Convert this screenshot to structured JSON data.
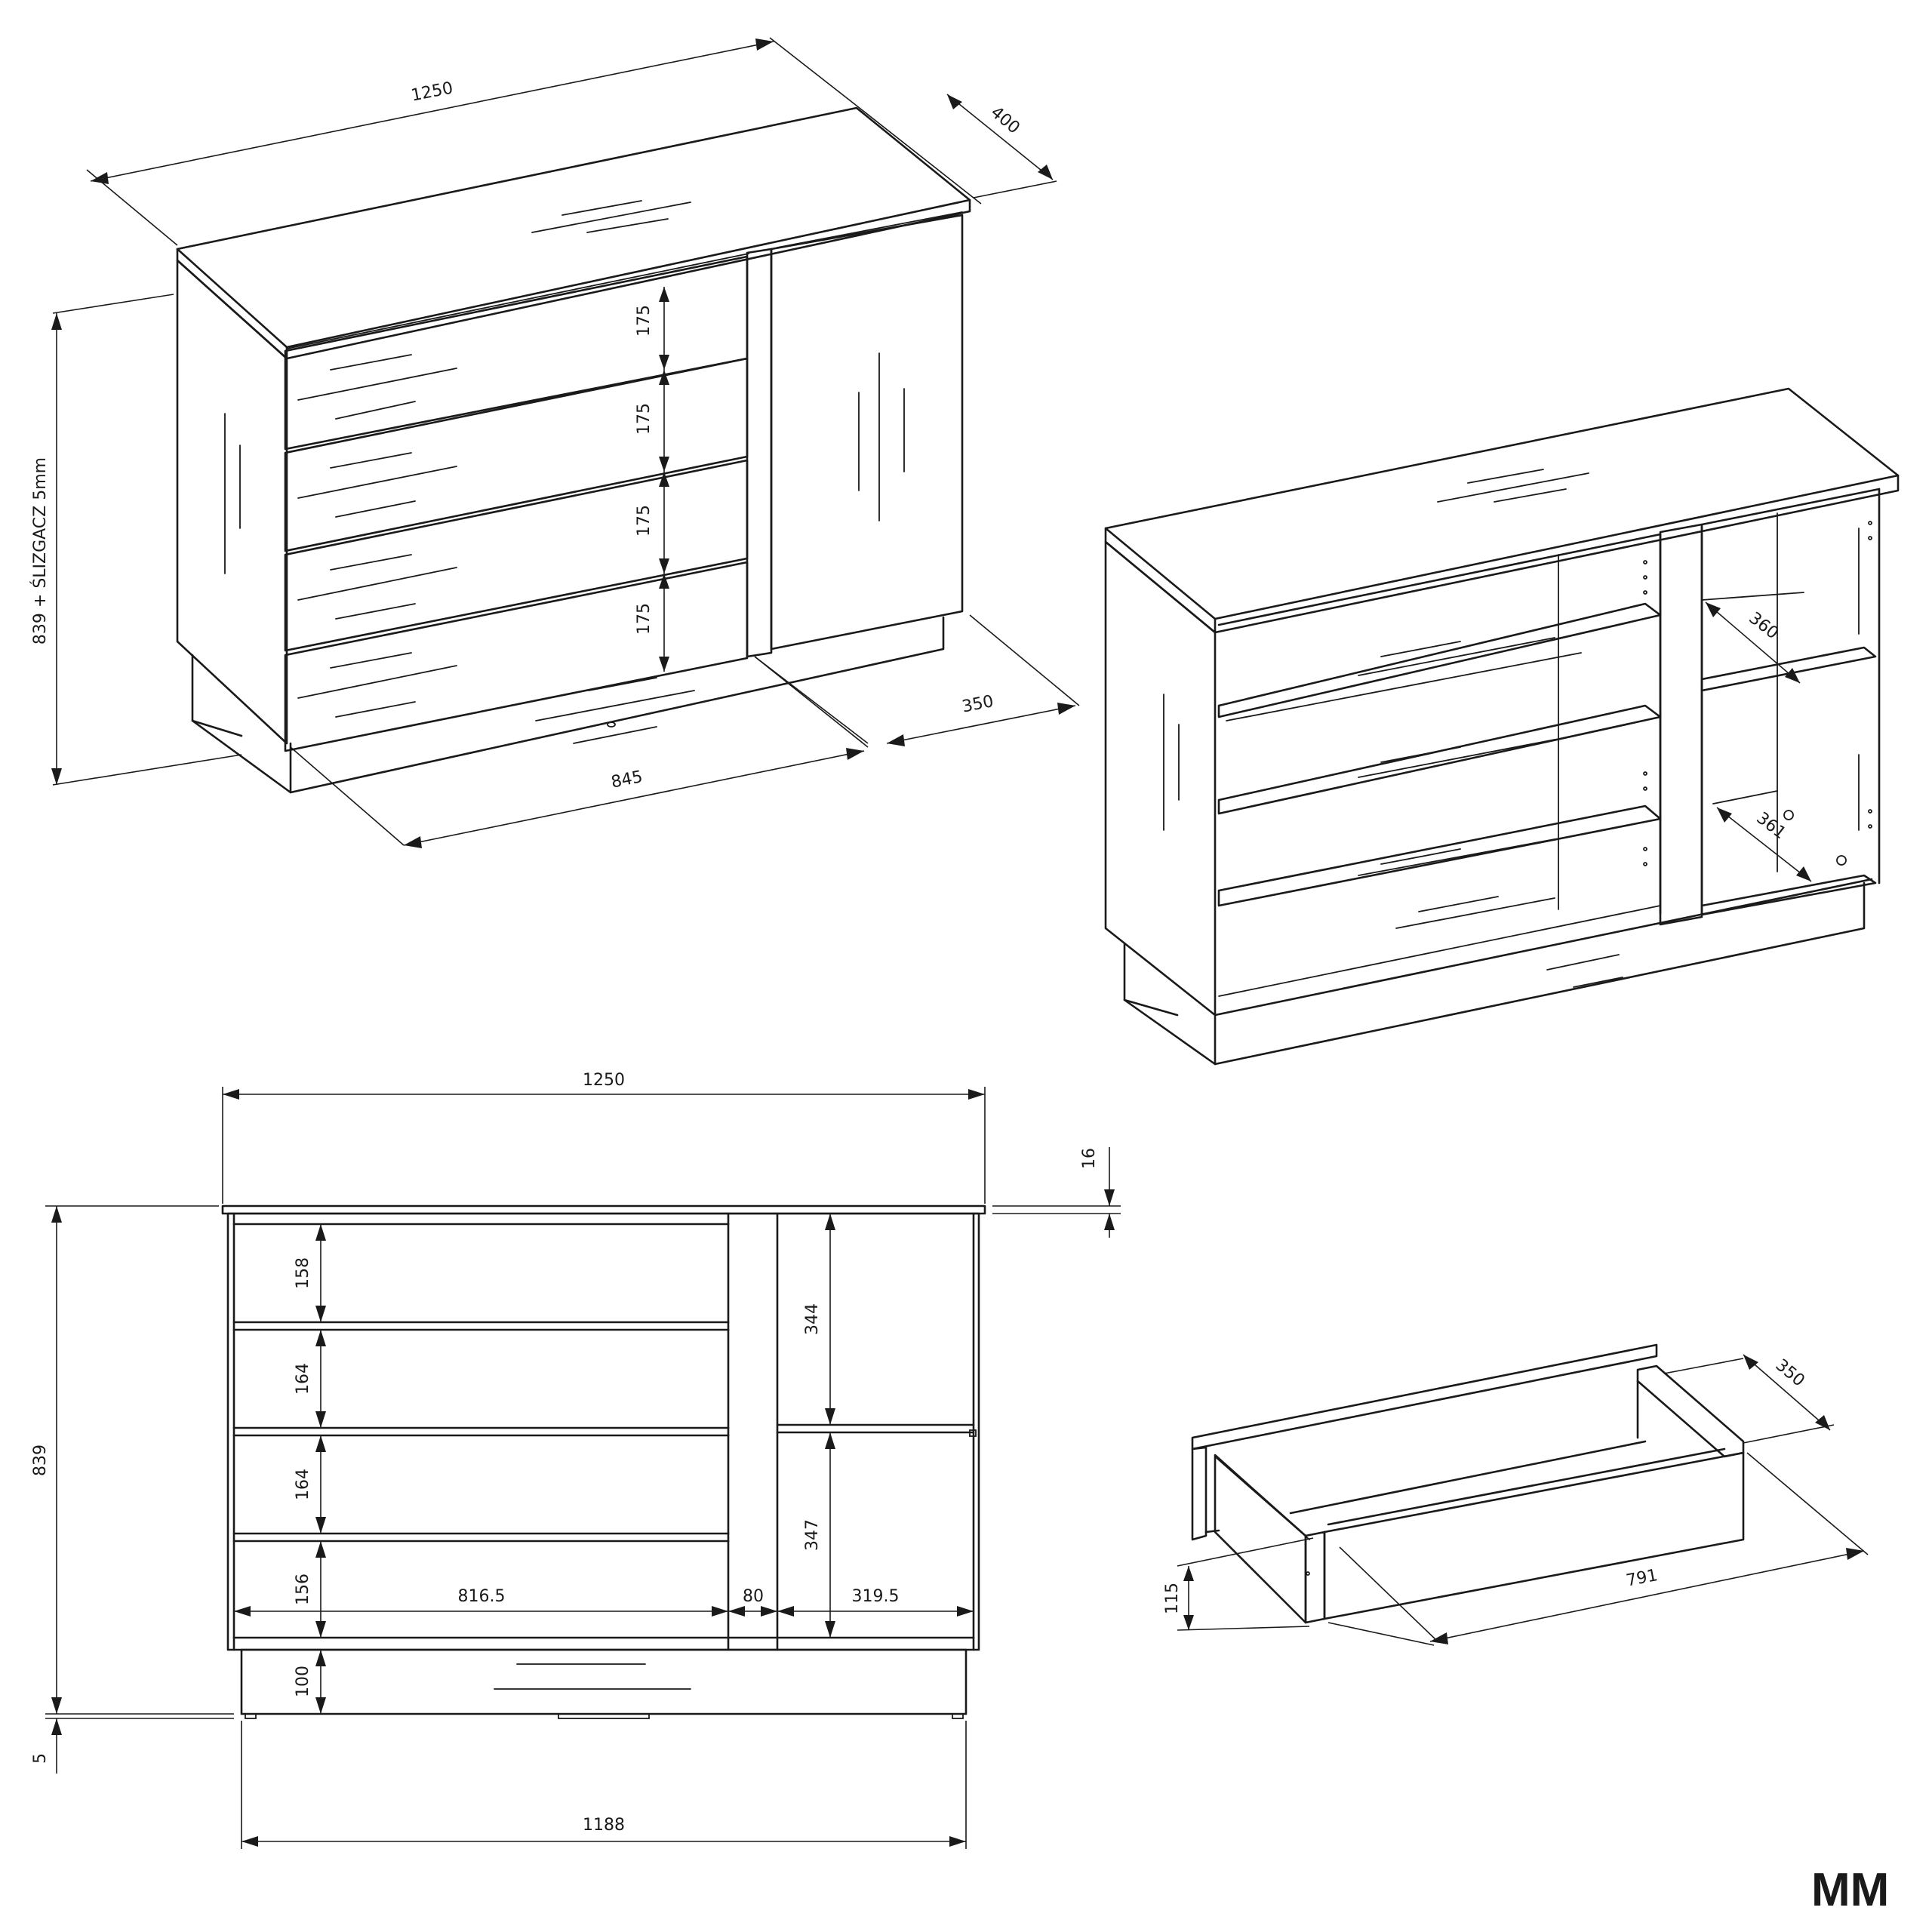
{
  "brand": {
    "logo_text": "MM"
  },
  "iso_front": {
    "width": "1250",
    "depth": "400",
    "height": "839 + ŚLIZGACZ 5mm",
    "drawer_heights": [
      "175",
      "175",
      "175",
      "175"
    ],
    "inner_depth": "350",
    "drawer_section_width": "845"
  },
  "iso_open": {
    "shelf_depth_top": "360",
    "shelf_depth_bottom": "361"
  },
  "front_view": {
    "overall_width": "1250",
    "top_thickness": "16",
    "overall_height": "839",
    "glide_height": "5",
    "plinth_width": "1188",
    "drawer_heights": [
      "158",
      "164",
      "164",
      "156"
    ],
    "plinth_height": "100",
    "drawer_width": "816.5",
    "divider_width": "80",
    "door_width": "319.5",
    "door_compartment_upper": "344",
    "door_compartment_lower": "347"
  },
  "drawer_detail": {
    "depth": "350",
    "length": "791",
    "height": "115"
  }
}
